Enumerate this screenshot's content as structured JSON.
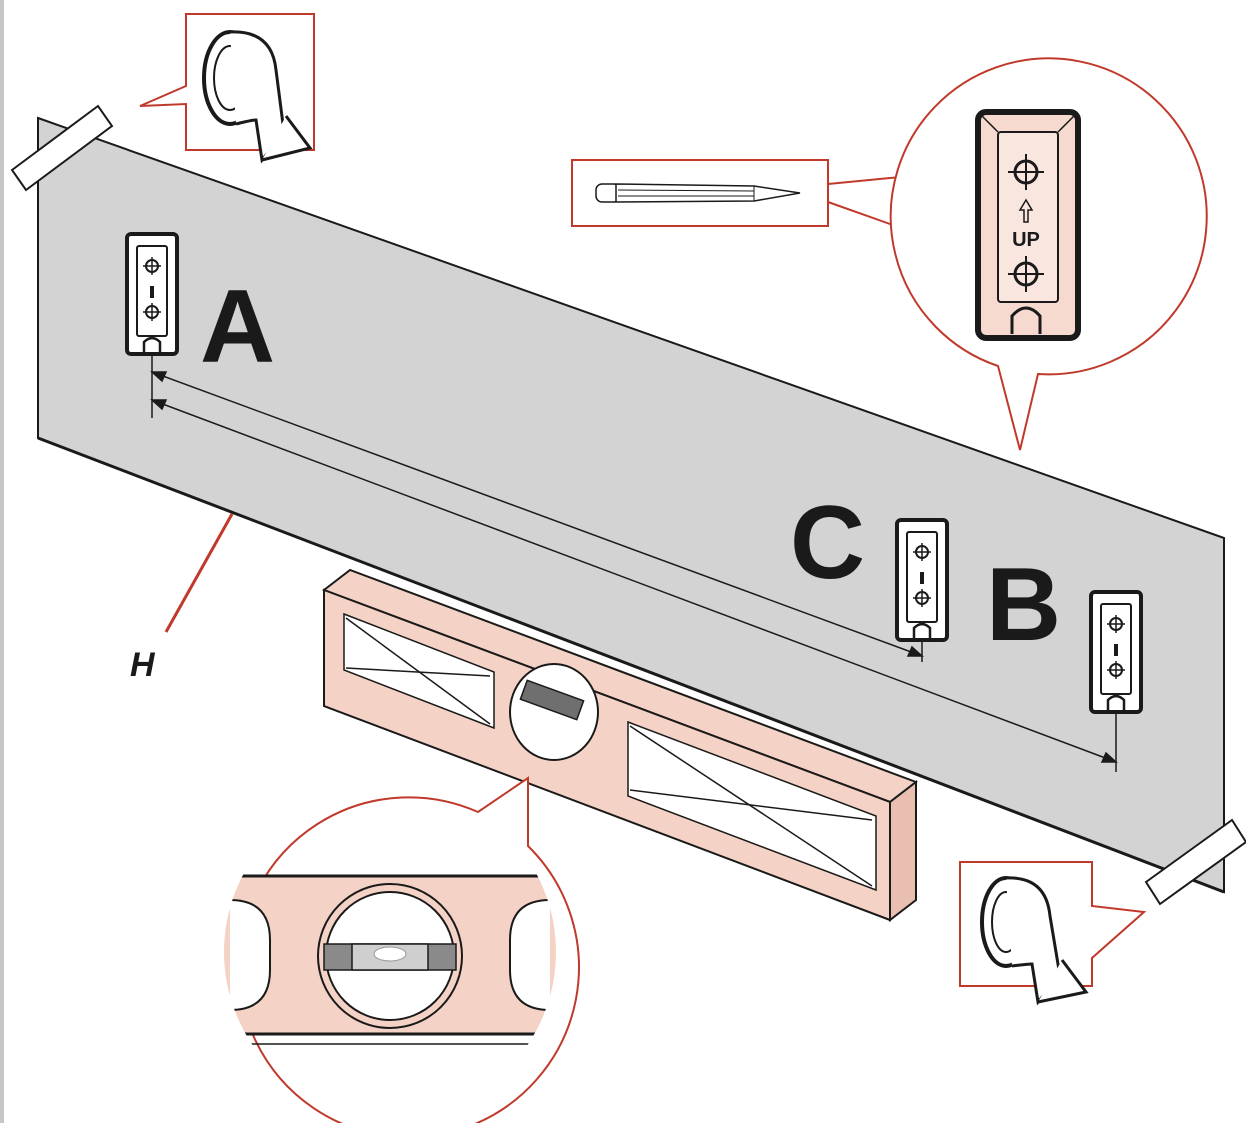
{
  "labels": {
    "a": "A",
    "b": "B",
    "c": "C",
    "h": "H",
    "up": "UP"
  },
  "colors": {
    "template": "#d3d3d3",
    "accent": "#c0392b",
    "callout_fill": "#f6d9cf",
    "level_fill": "#f4d2c5",
    "outline": "#1a1a1a"
  },
  "icons": {
    "tape": "tape-roll-icon",
    "pencil": "pencil-icon",
    "bracket": "mounting-bracket-icon",
    "level": "spirit-level-icon"
  }
}
